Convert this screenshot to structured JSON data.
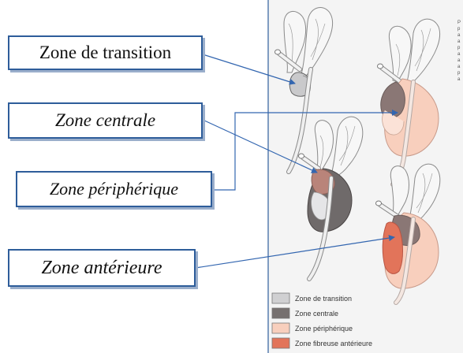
{
  "callouts": {
    "transition": "Zone de transition",
    "centrale": "Zone centrale",
    "peripherique": "Zone périphérique",
    "anterieure": "Zone antérieure"
  },
  "legend": [
    {
      "label": "Zone de transition",
      "color": "#d0d0d2"
    },
    {
      "label": "Zone centrale",
      "color": "#76706f"
    },
    {
      "label": "Zone périphérique",
      "color": "#f8cfbd"
    },
    {
      "label": "Zone fibreuse antérieure",
      "color": "#e2745a"
    }
  ],
  "colors": {
    "panel_bg": "#f4f4f4",
    "arrow": "#3366b0",
    "divider": "#2f5f9e",
    "tissue_outline": "#8a8a8a",
    "vesicle": "#f7f7f7"
  },
  "side_text": [
    "P",
    "p",
    "a",
    "a",
    "p",
    "a",
    "a",
    "a",
    "p",
    "a"
  ]
}
